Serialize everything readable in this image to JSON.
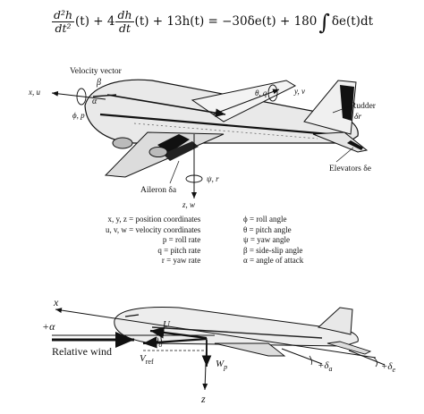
{
  "equation": {
    "lhs_d2h": "d²h",
    "lhs_dt2": "dt²",
    "t1": "(t) + 4",
    "lhs_dh": "dh",
    "lhs_dt": "dt",
    "t2": "(t) + 13h(t) = −30δe(t) + 180",
    "integral": "∫",
    "t3": "δe(t)dt"
  },
  "aircraft_labels": {
    "velocity_vector": "Velocity vector",
    "beta": "β",
    "x_u": "x, u",
    "alpha": "α",
    "phi_p": "ϕ, p",
    "theta_q": "θ, q",
    "y_v": "y, v",
    "rudder": "Rudder",
    "rudder_sym": "δr",
    "elevators": "Elevators δe",
    "psi_r": "ψ, r",
    "aileron": "Aileron δa",
    "z_w": "z, w"
  },
  "legend": {
    "left": [
      "x, y, z = position coordinates",
      "u, v, w = velocity coordinates",
      "p = roll rate",
      "q = pitch rate",
      "r = yaw rate"
    ],
    "right": [
      "ϕ = roll angle",
      "θ = pitch angle",
      "ψ = yaw angle",
      "β = side-slip angle",
      "α = angle of attack"
    ]
  },
  "side_labels": {
    "x": "x",
    "plus_alpha": "+α",
    "relative_wind": "Relative wind",
    "u": "U",
    "theta": "θ",
    "theta_sub": "o",
    "v_ref": "V",
    "v_ref_sub": "ref",
    "w": "W",
    "w_sub": "p",
    "delta_a": "+δ",
    "delta_a_sub": "a",
    "delta_e": "+δ",
    "delta_e_sub": "e",
    "z": "z"
  }
}
